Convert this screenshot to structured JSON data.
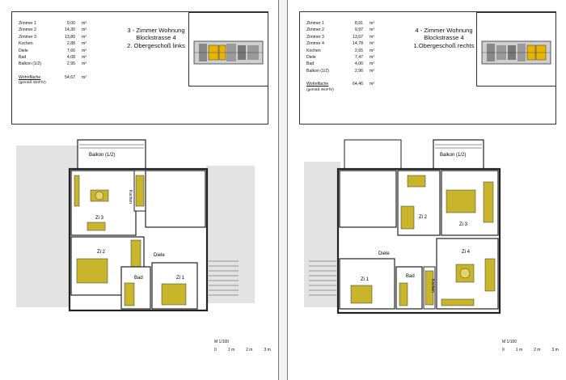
{
  "colors": {
    "furniture": "#c8b52c",
    "furniture_dark": "#a49320",
    "walls": "#222222",
    "plan_bg": "#d8d8d8",
    "highlight": "#e8b400"
  },
  "unit_label": "m²",
  "left": {
    "rooms": [
      {
        "name": "Zimmer 1",
        "value": "9,00"
      },
      {
        "name": "Zimmer 2",
        "value": "14,30"
      },
      {
        "name": "Zimmer 3",
        "value": "13,80"
      },
      {
        "name": "Kochen",
        "value": "2,88"
      },
      {
        "name": "Diele",
        "value": "7,66"
      },
      {
        "name": "Bad",
        "value": "4,08"
      },
      {
        "name": "Balkon (1/2)",
        "value": "2,95"
      }
    ],
    "total_label": "Wohnfläche",
    "total_value": "54,67",
    "total_note": "(gemäß WoFlV)",
    "title_line1": "3 - Zimmer Wohnung",
    "title_line2": "Blockstrasse 4",
    "title_line3": "2. Obergeschoß links",
    "plan_labels": {
      "balkon": "Balkon (1/2)",
      "zi3": "Zi 3",
      "zi2": "Zi 2",
      "zi1": "Zi 1",
      "diele": "Diele",
      "bad": "Bad",
      "kochen": "Kochen"
    }
  },
  "right": {
    "rooms": [
      {
        "name": "Zimmer 1",
        "value": "8,91"
      },
      {
        "name": "Zimmer 2",
        "value": "9,97"
      },
      {
        "name": "Zimmer 3",
        "value": "13,67"
      },
      {
        "name": "Zimmer 4",
        "value": "14,78"
      },
      {
        "name": "Kochen",
        "value": "2,65"
      },
      {
        "name": "Diele",
        "value": "7,47"
      },
      {
        "name": "Bad",
        "value": "4,06"
      },
      {
        "name": "Balkon (1/2)",
        "value": "2,96"
      }
    ],
    "total_label": "Wohnfläche",
    "total_value": "64,46",
    "total_note": "(gemäß WoFlV)",
    "title_line1": "4 - Zimmer Wohnung",
    "title_line2": "Blockstrasse 4",
    "title_line3": "1.Obergeschoß rechts",
    "plan_labels": {
      "balkon": "Balkon (1/2)",
      "zi1": "Zi 1",
      "zi2": "Zi 2",
      "zi3": "Zi 3",
      "zi4": "Zi 4",
      "diele": "Diele",
      "bad": "Bad",
      "kochen": "Kochen"
    }
  },
  "scale": {
    "label": "M 1/100",
    "ticks": [
      "0",
      "1 m",
      "2 m",
      "3 m"
    ]
  }
}
